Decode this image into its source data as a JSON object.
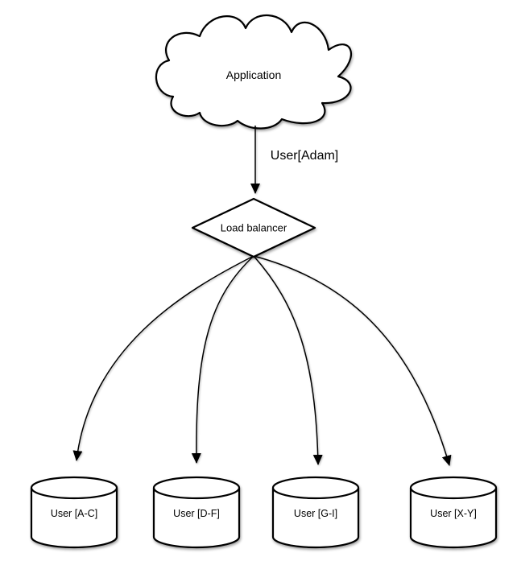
{
  "diagram": {
    "cloud_label": "Application",
    "edge_label": "User[Adam]",
    "diamond_label": "Load balancer",
    "shards": [
      {
        "label": "User [A-C]"
      },
      {
        "label": "User [D-F]"
      },
      {
        "label": "User [G-I]"
      },
      {
        "label": "User [X-Y]"
      }
    ],
    "colors": {
      "background": "#ffffff",
      "shape_fill": "#ffffff",
      "stroke": "#000000",
      "text": "#000000"
    }
  }
}
